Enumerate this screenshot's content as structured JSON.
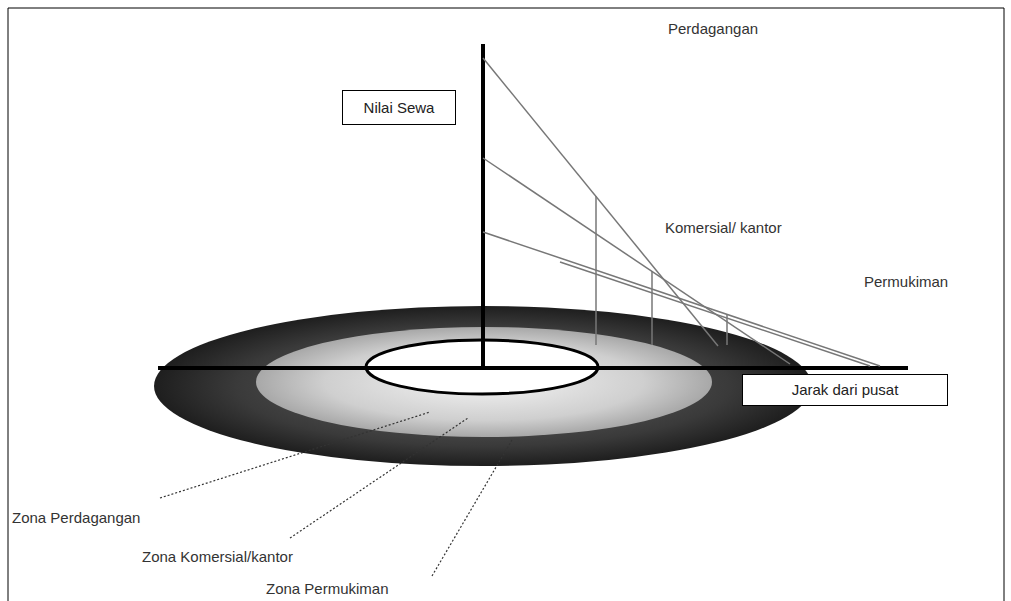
{
  "diagram": {
    "nodes": [
      {
        "text": [
          "Nilai Sewa"
        ]
      },
      {
        "text": [
          "Jarak dari pusat"
        ]
      }
    ],
    "labels": [
      "Perdagangan",
      "Komersial/ kantor",
      "Permukiman",
      "Zona Perdagangan",
      "Zona Komersial/kantor",
      "Zona Permukiman"
    ]
  }
}
